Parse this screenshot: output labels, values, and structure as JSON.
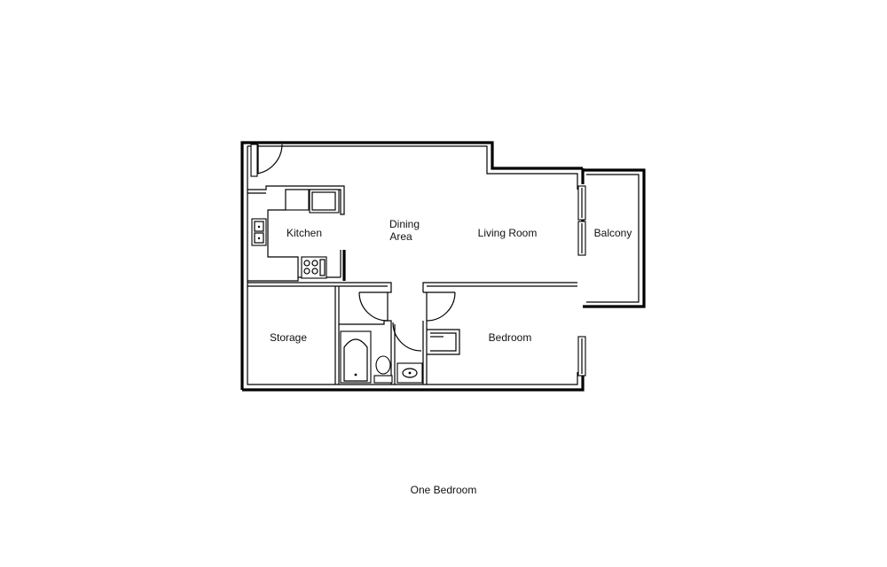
{
  "plan_title": "One Bedroom",
  "rooms": {
    "kitchen": "Kitchen",
    "dining_line1": "Dining",
    "dining_line2": "Area",
    "living_room": "Living Room",
    "balcony": "Balcony",
    "storage": "Storage",
    "bedroom": "Bedroom"
  }
}
